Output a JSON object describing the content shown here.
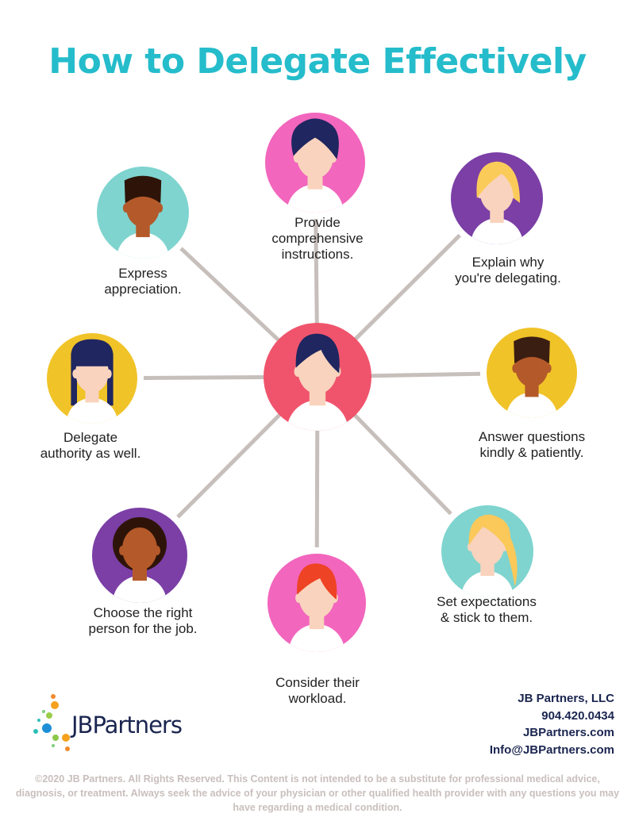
{
  "title": "How to Delegate Effectively",
  "colors": {
    "title": "#25bccb",
    "connector": "#c7bfbb",
    "text": "#222222",
    "brand_navy": "#1a2550",
    "disclaimer": "#c9bfbd"
  },
  "center": {
    "bg": "#f0546c",
    "skin": "#f9d3bd",
    "hair": "#1f2660",
    "hair_style": "short"
  },
  "items": [
    {
      "label": "Provide\ncomprehensive\ninstructions.",
      "bg": "#f266bd",
      "skin": "#f9d3bd",
      "hair": "#1f2660",
      "hair_style": "wavy"
    },
    {
      "label": "Explain why\nyou're delegating.",
      "bg": "#7b3fa6",
      "skin": "#f9d3bd",
      "hair": "#fbcb5a",
      "hair_style": "bob"
    },
    {
      "label": "Answer questions\nkindly & patiently.",
      "bg": "#f0c328",
      "skin": "#b4592a",
      "hair": "#3b1e12",
      "hair_style": "flat"
    },
    {
      "label": "Set expectations\n& stick to them.",
      "bg": "#7fd4cf",
      "skin": "#f9d3bd",
      "hair": "#fbc85a",
      "hair_style": "ponytail"
    },
    {
      "label": "Consider their\nworkload.",
      "bg": "#f266bd",
      "skin": "#f9d3bd",
      "hair": "#ee4324",
      "hair_style": "short"
    },
    {
      "label": "Choose the right\nperson for the job.",
      "bg": "#7b3fa6",
      "skin": "#b4592a",
      "hair": "#2e1408",
      "hair_style": "afro"
    },
    {
      "label": "Delegate\nauthority as well.",
      "bg": "#f0c328",
      "skin": "#f9d3bd",
      "hair": "#1f2660",
      "hair_style": "long"
    },
    {
      "label": "Express\nappreciation.",
      "bg": "#7fd4cf",
      "skin": "#b4592a",
      "hair": "#2e1408",
      "hair_style": "flat"
    }
  ],
  "logo": {
    "text": "JBPartners"
  },
  "contact": {
    "company": "JB Partners, LLC",
    "phone": "904.420.0434",
    "website": "JBPartners.com",
    "email": "Info@JBPartners.com"
  },
  "disclaimer": "©2020 JB Partners. All Rights Reserved. This Content is not intended to be a substitute for professional medical advice, diagnosis, or treatment. Always seek the advice of your physician or other qualified health provider with any questions you may have regarding a medical condition."
}
